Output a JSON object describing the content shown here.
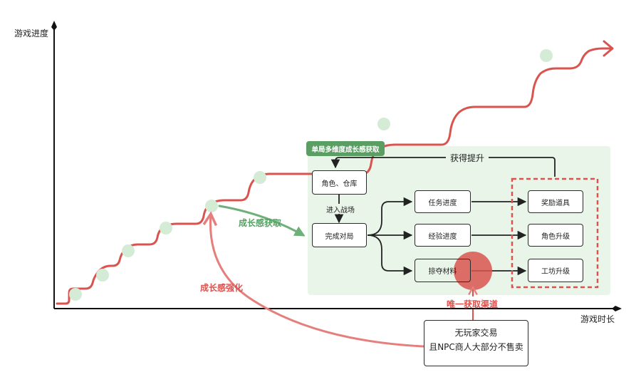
{
  "axes": {
    "y_label": "游戏进度",
    "x_label": "游戏时长"
  },
  "colors": {
    "progress_line": "#d9534f",
    "dot": "#d4ecd5",
    "panel": "#eaf5ea",
    "accent_green": "#55a163",
    "accent_red": "#d9534f"
  },
  "panel": {
    "badge": "单局多维度成长感获取",
    "feedback_label": "获得提升"
  },
  "nodes": {
    "role_storage": "角色、仓库",
    "enter_battle": "进入战场",
    "complete_match": "完成对局",
    "task_progress": "任务进度",
    "exp_progress": "经验进度",
    "loot_materials": "掠夺材料",
    "reward_items": "奖励道具",
    "role_upgrade": "角色升级",
    "workshop_upgrade": "工坊升级"
  },
  "annotations": {
    "growth_gain": "成长感获取",
    "growth_enhance": "成长感强化",
    "only_channel": "唯一获取渠道"
  },
  "note": {
    "line1": "无玩家交易",
    "line2": "且NPC商人大部分不售卖"
  }
}
